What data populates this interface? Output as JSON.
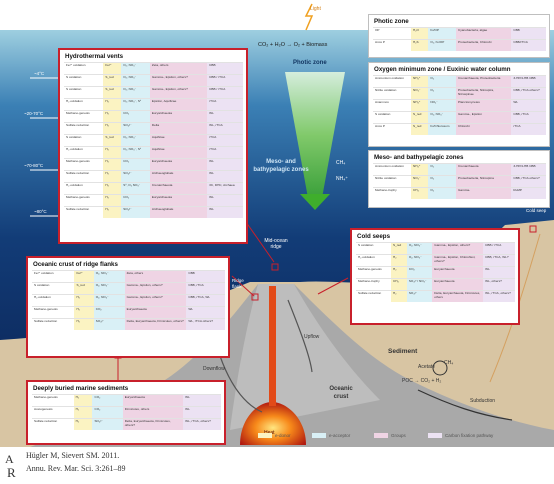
{
  "scene": {
    "light_label": "Light",
    "photosynthesis_eq": "CO₂ + H₂O → O₂ + Biomass",
    "photic_label": "Photic zone",
    "meso_label": "Meso- and bathypelagic zones",
    "ch4_label": "CH₄",
    "nh4_label": "NH₄⁺",
    "depth_tick_1": "~4°C",
    "depth_tick_2": "~20-70°C",
    "depth_tick_3": "~70-80°C",
    "depth_tick_4": "~80°C",
    "mor_label": "Mid-ocean ridge",
    "ridge_flank_label": "Ridge flank",
    "cold_seep_label": "Cold seep",
    "sediment_label": "Sediment",
    "oceanic_crust_label": "Oceanic crust",
    "downflow_label": "Downflow",
    "upflow_label": "Upflow",
    "magma_label": "Heat",
    "subduction_label": "Subduction",
    "acetate_label": "Acetate",
    "acetate_ch4": "CH₄",
    "poc_eq": "POC → CO₂ + H₂"
  },
  "panels": {
    "hydro": {
      "title": "Hydrothermal vents",
      "rows": [
        [
          "Fe²⁺ oxidation",
          "Fe²⁺",
          "O₂, NO₃⁻",
          "Zeta, others",
          "CBB"
        ],
        [
          "S oxidation",
          "S_red",
          "O₂, NO₃⁻",
          "Gamma-, Epsilon, others?",
          "CBB / rTCA"
        ],
        [
          "S oxidation",
          "S_red",
          "O₂, NO₃⁻",
          "Gamma-, Epsilon, others?",
          "CBB / rTCA"
        ],
        [
          "H₂ oxidation",
          "H₂",
          "O₂, NO₃⁻, S⁰",
          "Epsilon, Aquificae",
          "rTCA"
        ],
        [
          "Methano-genesis",
          "H₂",
          "CO₂",
          "Euryarchaeota",
          "WL"
        ],
        [
          "Sulfate reduction",
          "H₂",
          "SO₄²⁻",
          "Delta",
          "WL, rTCA"
        ],
        [
          "S oxidation",
          "S_red",
          "O₂, NO₃⁻",
          "Aquificae",
          "rTCA"
        ],
        [
          "H₂ oxidation",
          "H₂",
          "O₂, NO₃⁻, S⁰",
          "Aquificae",
          "rTCA"
        ],
        [
          "Methano-genesis",
          "H₂",
          "CO₂",
          "Euryarchaeota",
          "WL"
        ],
        [
          "Sulfate reduction",
          "H₂",
          "SO₄²⁻",
          "Archaeoglobale",
          "WL"
        ],
        [
          "H₂ oxidation",
          "H₂",
          "S⁰, O₂ NO₃⁻",
          "Crenarchaeota",
          "3C, DHC, Archaea"
        ],
        [
          "Methano-genesis",
          "H₂",
          "CO₂",
          "Euryarchaeota",
          "WL"
        ],
        [
          "Sulfate reduction",
          "H₂",
          "SO₄²⁻",
          "Archaeoglobale",
          "WL"
        ]
      ]
    },
    "photic": {
      "title": "Photic zone",
      "rows": [
        [
          "OP",
          "H₂O",
          "hν/OP",
          "Cyanobacteria, algae",
          "CBB"
        ],
        [
          "Anox P",
          "H₂S",
          "O₂, hν/OP",
          "Proteobacteria, Chlorobi",
          "CBB/rTCA"
        ]
      ]
    },
    "oxygen": {
      "title": "Oxygen minimum zone / Euxinic water column",
      "rows": [
        [
          "Ammonium oxidation",
          "NH₄⁺",
          "O₂",
          "Crenarchaeota, Proteobacteria",
          "3-HP/4-HB CBB"
        ],
        [
          "Nitrite oxidation",
          "NO₂⁻",
          "O₂",
          "Proteobacteria, Nitrospira, Nitrospinae",
          "CBB, rTCA others?"
        ],
        [
          "Anammox",
          "NH₄⁺",
          "NO₂⁻",
          "Planctomycetes",
          "WL"
        ],
        [
          "S oxidation",
          "S_red",
          "O₂, NO₃⁻",
          "Gamma-, Epsilon",
          "CBB, rTCA"
        ],
        [
          "Anox P",
          "S_red",
          "hν/Chlorosom",
          "Chlorobi",
          "rTCA"
        ]
      ]
    },
    "meso": {
      "title": "Meso- and bathypelagic zones",
      "rows": [
        [
          "Ammonium oxidation",
          "NH₄⁺",
          "O₂",
          "Crenarchaeota",
          "3-HP/4-HB CBB"
        ],
        [
          "Nitrite oxidation",
          "NO₂⁻",
          "O₂",
          "Proteobacteria, Nitrospina",
          "CBB, rTCA others?"
        ],
        [
          "Methano-trophy",
          "CH₄",
          "O₂",
          "Gamma-",
          "RuMP"
        ]
      ]
    },
    "seeps": {
      "title": "Cold seeps",
      "rows": [
        [
          "S oxidation",
          "S_red",
          "O₂, NO₃⁻",
          "Gamma-, Epsilon, others?",
          "CBB / rTCA"
        ],
        [
          "H₂ oxidation",
          "H₂",
          "O₂, NO₃⁻",
          "Gamma-, Epsilon, Chloroflexi, others?",
          "CBB, rTCA, WL?"
        ],
        [
          "Methano-genesis",
          "H₂",
          "CO₂",
          "Euryarchaeota",
          "WL"
        ],
        [
          "Methano-trophy",
          "CH₄",
          "SO₄²⁻/ NO₃⁻",
          "Euryarchaeota",
          "WL, others?"
        ],
        [
          "Sulfate reduction",
          "H₂",
          "SO₄²⁻",
          "Delta, Euryarchaeota, Firmicutes, others",
          "WL, rTCA, others?"
        ]
      ]
    },
    "flanks": {
      "title": "Oceanic crust of ridge flanks",
      "rows": [
        [
          "Fe²⁺ oxidation",
          "Fe²⁺",
          "O₂, NO₃⁻",
          "Zeta, others",
          "CBB"
        ],
        [
          "S oxidation",
          "S_red",
          "O₂, NO₃⁻",
          "Gamma-, Epsilon, others?",
          "CBB, rTCA"
        ],
        [
          "H₂ oxidation",
          "H₂",
          "O₂, NO₃⁻",
          "Gamma-, Epsilon, others?",
          "CBB, rTCA, WL"
        ],
        [
          "Methano-genesis",
          "H₂",
          "CO₂",
          "Euryarchaeota",
          "WL"
        ],
        [
          "Sulfate reduction",
          "H₂",
          "SO₄²⁻",
          "Delta, Euryarchaeota, Firmicutes, others?",
          "WL, rTCA others?"
        ]
      ]
    },
    "buried": {
      "title": "Deeply buried marine sediments",
      "rows": [
        [
          "Methano-genesis",
          "H₂",
          "CO₂",
          "Euryarchaeota",
          "WL"
        ],
        [
          "Acetogenesis",
          "H₂",
          "CO₂",
          "Firmicutes, others",
          "WL"
        ],
        [
          "Sulfate reduction",
          "H₂",
          "SO₄²⁻",
          "Delta, Euryarchaeota, Firmicutes, others?",
          "WL, rTCA, others?"
        ]
      ]
    }
  },
  "legend": {
    "donor": "e-donor",
    "acceptor": "e-acceptor",
    "groups": "Groups",
    "pathway": "Carbon fixation pathway",
    "colors": {
      "donor": "#fbf3c2",
      "acceptor": "#d9f0f6",
      "groups": "#efd4e4",
      "pathway": "#ece2f3"
    }
  },
  "citation": {
    "line1": "Hügler M, Sievert SM. 2011.",
    "line2": "Annu. Rev. Mar. Sci. 3:261–89"
  }
}
